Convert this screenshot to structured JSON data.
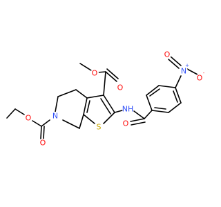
{
  "molecule": {
    "atoms": {
      "O_ester_top": {
        "symbol": "O",
        "color": "#ff0d0d"
      },
      "O_carbonyl_top": {
        "symbol": "O",
        "color": "#ff0d0d"
      },
      "N_amide": {
        "symbol": "NH",
        "color": "#3050f8"
      },
      "N_nitro": {
        "symbol": "N",
        "color": "#3050f8",
        "charge": "+"
      },
      "O_nitro_left": {
        "symbol": "O",
        "color": "#ff0d0d"
      },
      "O_nitro_right": {
        "symbol": "O",
        "color": "#ff0d0d",
        "charge": "-"
      },
      "O_amide": {
        "symbol": "O",
        "color": "#ff0d0d"
      },
      "S_ring": {
        "symbol": "S",
        "color": "#c8a800"
      },
      "N_ring": {
        "symbol": "N",
        "color": "#3050f8"
      },
      "O_ester_left": {
        "symbol": "O",
        "color": "#ff0d0d"
      },
      "O_carbonyl_left": {
        "symbol": "O",
        "color": "#ff0d0d"
      }
    },
    "bond_color": "#000000"
  }
}
